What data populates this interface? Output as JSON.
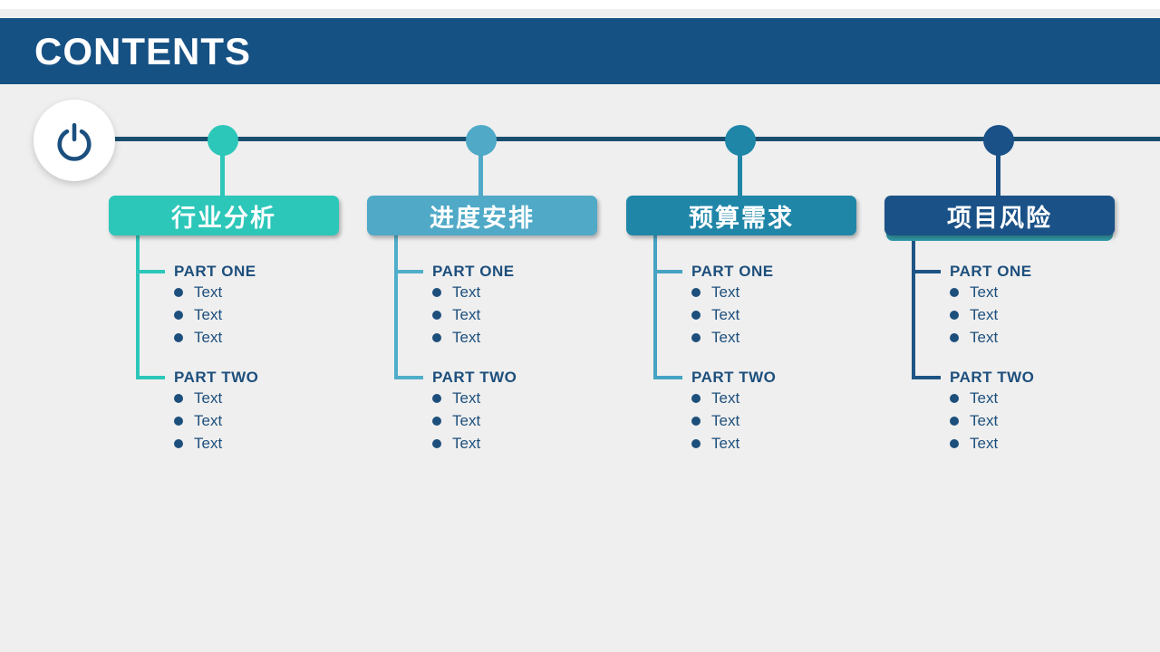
{
  "slide": {
    "title": "CONTENTS"
  },
  "colors": {
    "header_bg": "#165184",
    "timeline_line": "#1A4E6F",
    "body_bg": "#EFEFEF",
    "text_blue": "#1D4F7C",
    "icon_blue": "#1B4F7E"
  },
  "timeline": {
    "start_icon": "power-icon"
  },
  "sections": [
    {
      "label": "行业分析",
      "color": "#2CC7B9",
      "line_color": "#2CC7B9",
      "underlay": false,
      "parts": [
        {
          "title": "PART ONE",
          "items": [
            "Text",
            "Text",
            "Text"
          ]
        },
        {
          "title": "PART TWO",
          "items": [
            "Text",
            "Text",
            "Text"
          ]
        }
      ]
    },
    {
      "label": "进度安排",
      "color": "#4FA9C7",
      "line_color": "#4FAEC9",
      "underlay": false,
      "parts": [
        {
          "title": "PART ONE",
          "items": [
            "Text",
            "Text",
            "Text"
          ]
        },
        {
          "title": "PART TWO",
          "items": [
            "Text",
            "Text",
            "Text"
          ]
        }
      ]
    },
    {
      "label": "预算需求",
      "color": "#1F86A8",
      "line_color": "#45A3C4",
      "underlay": false,
      "parts": [
        {
          "title": "PART ONE",
          "items": [
            "Text",
            "Text",
            "Text"
          ]
        },
        {
          "title": "PART TWO",
          "items": [
            "Text",
            "Text",
            "Text"
          ]
        }
      ]
    },
    {
      "label": "项目风险",
      "color": "#1A5187",
      "line_color": "#1D5385",
      "underlay": true,
      "underlay_color": "#2E9DA9",
      "parts": [
        {
          "title": "PART ONE",
          "items": [
            "Text",
            "Text",
            "Text"
          ]
        },
        {
          "title": "PART TWO",
          "items": [
            "Text",
            "Text",
            "Text"
          ]
        }
      ]
    }
  ]
}
